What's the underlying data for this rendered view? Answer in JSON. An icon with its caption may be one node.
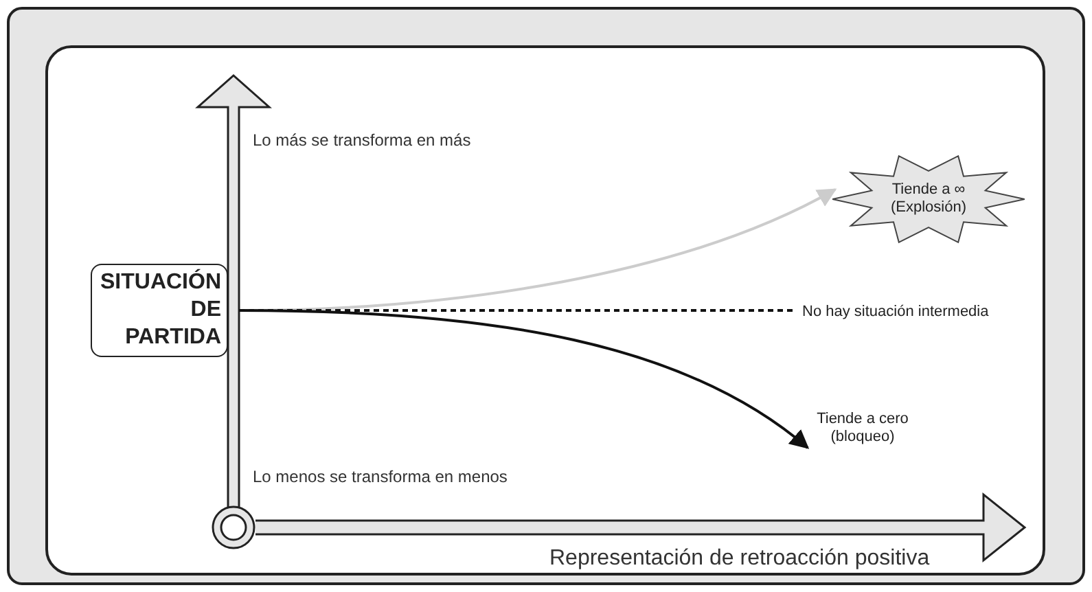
{
  "diagram": {
    "nodes": [
      {
        "text": [
          "SITUACIÓN DE PARTIDA"
        ]
      },
      {
        "text": [
          "Tiende a ∞ (Explosión)"
        ]
      },
      {
        "text": [
          "No hay situación intermedia"
        ]
      },
      {
        "text": [
          "Tiende a cero (bloqueo)"
        ]
      }
    ],
    "edges": [
      {
        "from": 0,
        "to": 1,
        "arrow": "to",
        "color": "#cccccc"
      },
      {
        "from": 0,
        "to": 2,
        "arrow": "none",
        "style": "dashed"
      },
      {
        "from": 0,
        "to": 3,
        "arrow": "to"
      }
    ],
    "labels": [
      "Lo más se transforma en más",
      "Lo menos se transforma en menos",
      "Representación de retroacción positiva"
    ]
  }
}
